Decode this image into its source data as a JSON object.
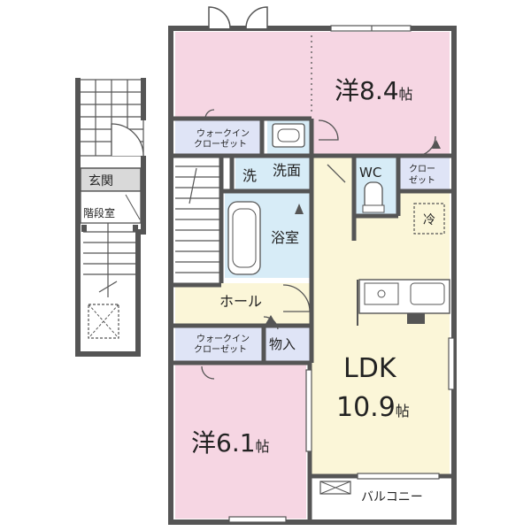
{
  "colors": {
    "bedroom": "#f6d6e3",
    "ldk": "#fbf6d8",
    "wet": "#d7ecf7",
    "closet": "#dfe4f6",
    "entrance": "#d9d9d9",
    "wall": "#555555",
    "white": "#ffffff"
  },
  "rooms": {
    "bedroom1": {
      "kanji": "洋",
      "size": "8.4",
      "unit": "帖"
    },
    "bedroom2": {
      "kanji": "洋",
      "size": "6.1",
      "unit": "帖"
    },
    "ldk": {
      "name": "LDK",
      "size": "10.9",
      "unit": "帖"
    },
    "walkin1": {
      "line1": "ウォークイン",
      "line2": "クローゼット"
    },
    "walkin2": {
      "line1": "ウォークイン",
      "line2": "クローゼット"
    },
    "wash": "洗",
    "washroom": "洗面",
    "bath": "浴室",
    "wc": "WC",
    "closet": {
      "line1": "クロー",
      "line2": "ゼット"
    },
    "fridge": "冷",
    "hall": "ホール",
    "storage": "物入",
    "entrance": "玄関",
    "stairwell": "階段室",
    "balcony": "バルコニー"
  }
}
